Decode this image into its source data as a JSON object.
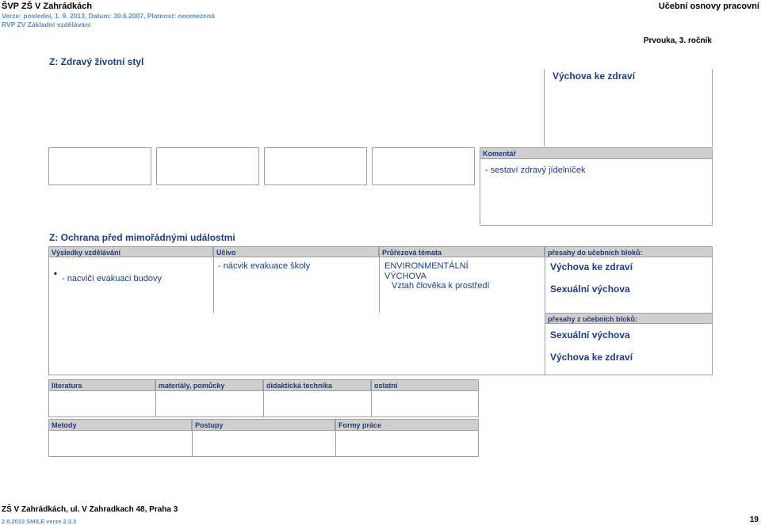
{
  "header": {
    "title": "ŠVP ZŠ V Zahrádkách",
    "right": "Učební osnovy pracovní",
    "line2": "Verze: poslední, 1. 9. 2013, Datum: 30.6.2007, Platnost: neomezená",
    "line3": "RVP ZV Základní vzdělávání"
  },
  "grade": "Prvouka, 3. ročník",
  "section1": {
    "title": "Z: Zdravý životní styl",
    "subject": "Výchova ke zdraví",
    "comment_label": "Komentář",
    "comment_text": "- sestaví zdravý jídelníček"
  },
  "section2": {
    "title": "Z: Ochrana před mimořádnými událostmi",
    "headers": {
      "outcomes": "Výsledky vzdělávání",
      "content": "Učivo",
      "themes": "Průřezová témata",
      "to_blocks": "přesahy do učebních bloků:",
      "from_blocks": "přesahy z učebních bloků:"
    },
    "outcome_bullet": "•",
    "outcome": "- nacvičí evakuaci budovy",
    "content": "- nácvik evakuace školy",
    "theme_name": "ENVIRONMENTÁLNÍ VÝCHOVA",
    "theme_sub": "Vztah člověka k prostředí",
    "to_blocks": [
      "Výchova ke zdraví",
      "Sexuální výchova"
    ],
    "from_blocks": [
      "Sexuální výchova",
      "Výchova ke zdraví"
    ]
  },
  "resources": {
    "labels": [
      "literatura",
      "materiály, pomůcky",
      "didaktická technika",
      "ostatní"
    ]
  },
  "methods": {
    "labels": [
      "Metody",
      "Postupy",
      "Formy práce"
    ]
  },
  "footer": {
    "school": "ZŠ V Zahrádkách, ul. V Zahradkach 48, Praha 3",
    "version": "2.9.2013 SMILE verze 2.3.3",
    "page": "19"
  }
}
